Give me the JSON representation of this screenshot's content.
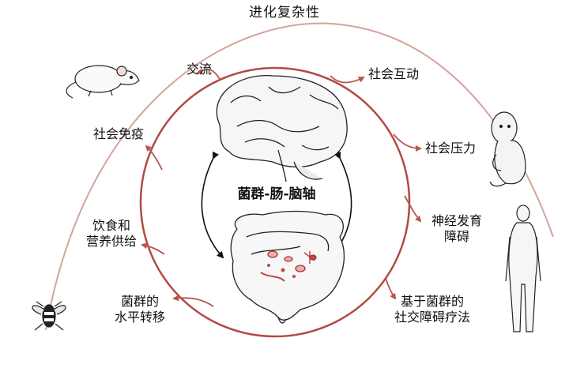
{
  "title": "进化复杂性",
  "center_label": "菌群-肠-脑轴",
  "left_labels": {
    "exchange": "交流",
    "social_immunity": "社会免疫",
    "diet_line1": "饮食和",
    "diet_line2": "营养供给",
    "hgt_line1": "菌群的",
    "hgt_line2": "水平转移"
  },
  "right_labels": {
    "social_interaction": "社会互动",
    "social_stress": "社会压力",
    "neuro_line1": "神经发育",
    "neuro_line2": "障碍",
    "therapy_line1": "基于菌群的",
    "therapy_line2": "社交障碍疗法"
  },
  "colors": {
    "arc": "#d4a49c",
    "arrow": "#b5574f",
    "ring": "#b24a44",
    "ink": "#111111"
  }
}
